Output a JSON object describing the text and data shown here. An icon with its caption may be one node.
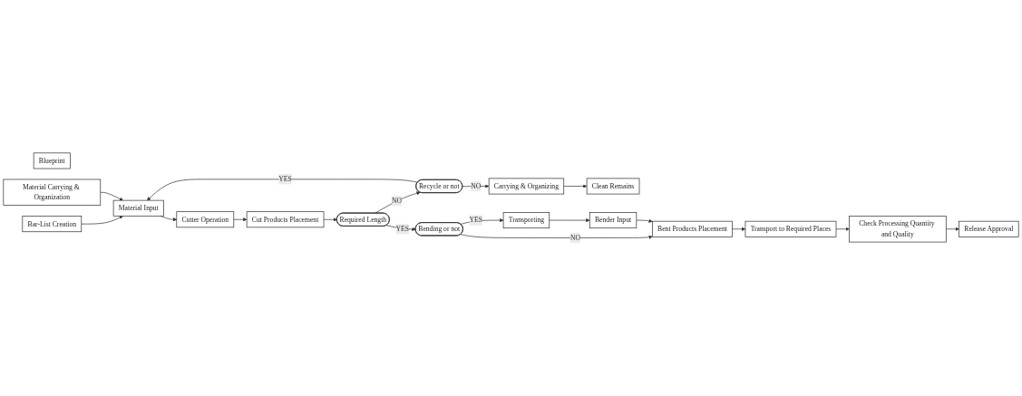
{
  "diagram": {
    "nodes": [
      {
        "text": [
          "Blueprint"
        ]
      },
      {
        "text": [
          "Bar-List Creation"
        ]
      },
      {
        "text": [
          "Material Carrying & Organization"
        ]
      },
      {
        "text": [
          "Material Input"
        ]
      },
      {
        "text": [
          "Cutter Operation"
        ]
      },
      {
        "text": [
          "Cut Products Placement"
        ]
      },
      {
        "text": [
          "Recycle or not"
        ]
      },
      {
        "text": [
          "Carrying & Organizing"
        ]
      },
      {
        "text": [
          "Clean Remains"
        ]
      },
      {
        "text": [
          "Required Length"
        ]
      },
      {
        "text": [
          "Bending or not"
        ]
      },
      {
        "text": [
          "Transporting"
        ]
      },
      {
        "text": [
          "Bender Input"
        ]
      },
      {
        "text": [
          "Bent Products Placement"
        ]
      },
      {
        "text": [
          "Transport to Required Places"
        ]
      },
      {
        "text": [
          "Check Processing Quantity and Quality"
        ]
      },
      {
        "text": [
          "Release Approval"
        ]
      }
    ],
    "edges": [
      {
        "from": 1,
        "to": 3,
        "arrow": "to"
      },
      {
        "from": 2,
        "to": 3,
        "arrow": "to"
      },
      {
        "from": 6,
        "to": 3,
        "label": "YES",
        "arrow": "to"
      },
      {
        "from": 3,
        "to": 4,
        "arrow": "to"
      },
      {
        "from": 4,
        "to": 5,
        "arrow": "to"
      },
      {
        "from": 5,
        "to": 9,
        "arrow": "to"
      },
      {
        "from": 9,
        "to": 6,
        "label": "NO",
        "arrow": "to"
      },
      {
        "from": 6,
        "to": 7,
        "label": "NO",
        "arrow": "to"
      },
      {
        "from": 7,
        "to": 8,
        "arrow": "to"
      },
      {
        "from": 9,
        "to": 10,
        "label": "YES",
        "arrow": "to"
      },
      {
        "from": 10,
        "to": 11,
        "label": "YES",
        "arrow": "to"
      },
      {
        "from": 10,
        "to": 13,
        "label": "NO",
        "arrow": "to"
      },
      {
        "from": 11,
        "to": 12,
        "arrow": "to"
      },
      {
        "from": 12,
        "to": 13,
        "arrow": "to"
      },
      {
        "from": 13,
        "to": 14,
        "arrow": "to"
      },
      {
        "from": 14,
        "to": 15,
        "arrow": "to"
      },
      {
        "from": 15,
        "to": 16,
        "arrow": "to"
      }
    ]
  }
}
